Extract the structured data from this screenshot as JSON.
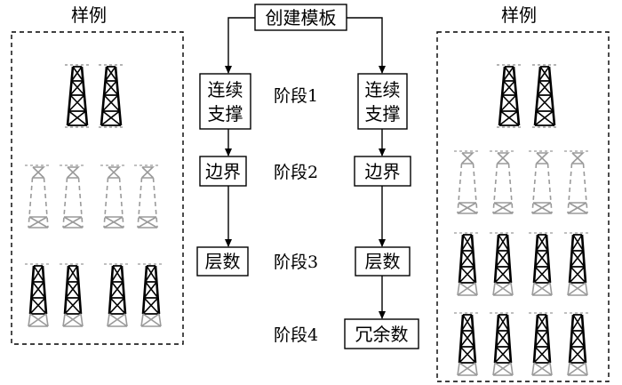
{
  "legend_left": {
    "title": "样例"
  },
  "legend_right": {
    "title": "样例"
  },
  "top_box": {
    "label": "创建模板"
  },
  "left_column": [
    {
      "line1": "连续",
      "line2": "支撑"
    },
    {
      "line1": "边界"
    },
    {
      "line1": "层数"
    }
  ],
  "right_column": [
    {
      "line1": "连续",
      "line2": "支撑"
    },
    {
      "line1": "边界"
    },
    {
      "line1": "层数"
    },
    {
      "line1": "冗余数"
    }
  ],
  "stages": [
    "阶段1",
    "阶段2",
    "阶段3",
    "阶段4"
  ],
  "colors": {
    "solid": "#000000",
    "faded": "#9a9a9a"
  }
}
